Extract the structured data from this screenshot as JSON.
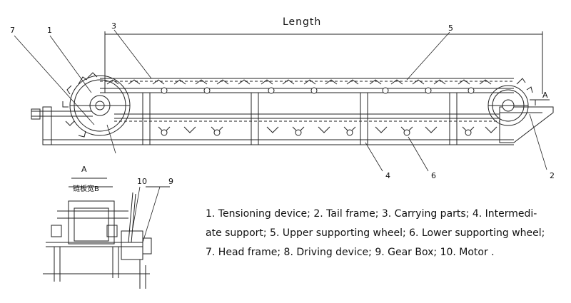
{
  "drawing": {
    "length_label": "Length",
    "section_mark": "A",
    "section_title": "A",
    "chain_width_label": "链板宽B",
    "callouts": {
      "c1": "1",
      "c2": "2",
      "c3": "3",
      "c4": "4",
      "c5": "5",
      "c6": "6",
      "c7": "7",
      "c9": "9",
      "c10": "10"
    }
  },
  "legend": {
    "line1": "1. Tensioning device; 2. Tail frame; 3. Carrying parts; 4. Intermedi-",
    "line2": "ate support; 5. Upper supporting wheel; 6. Lower supporting wheel;",
    "line3": "7. Head frame; 8. Driving device; 9. Gear Box; 10. Motor ."
  }
}
